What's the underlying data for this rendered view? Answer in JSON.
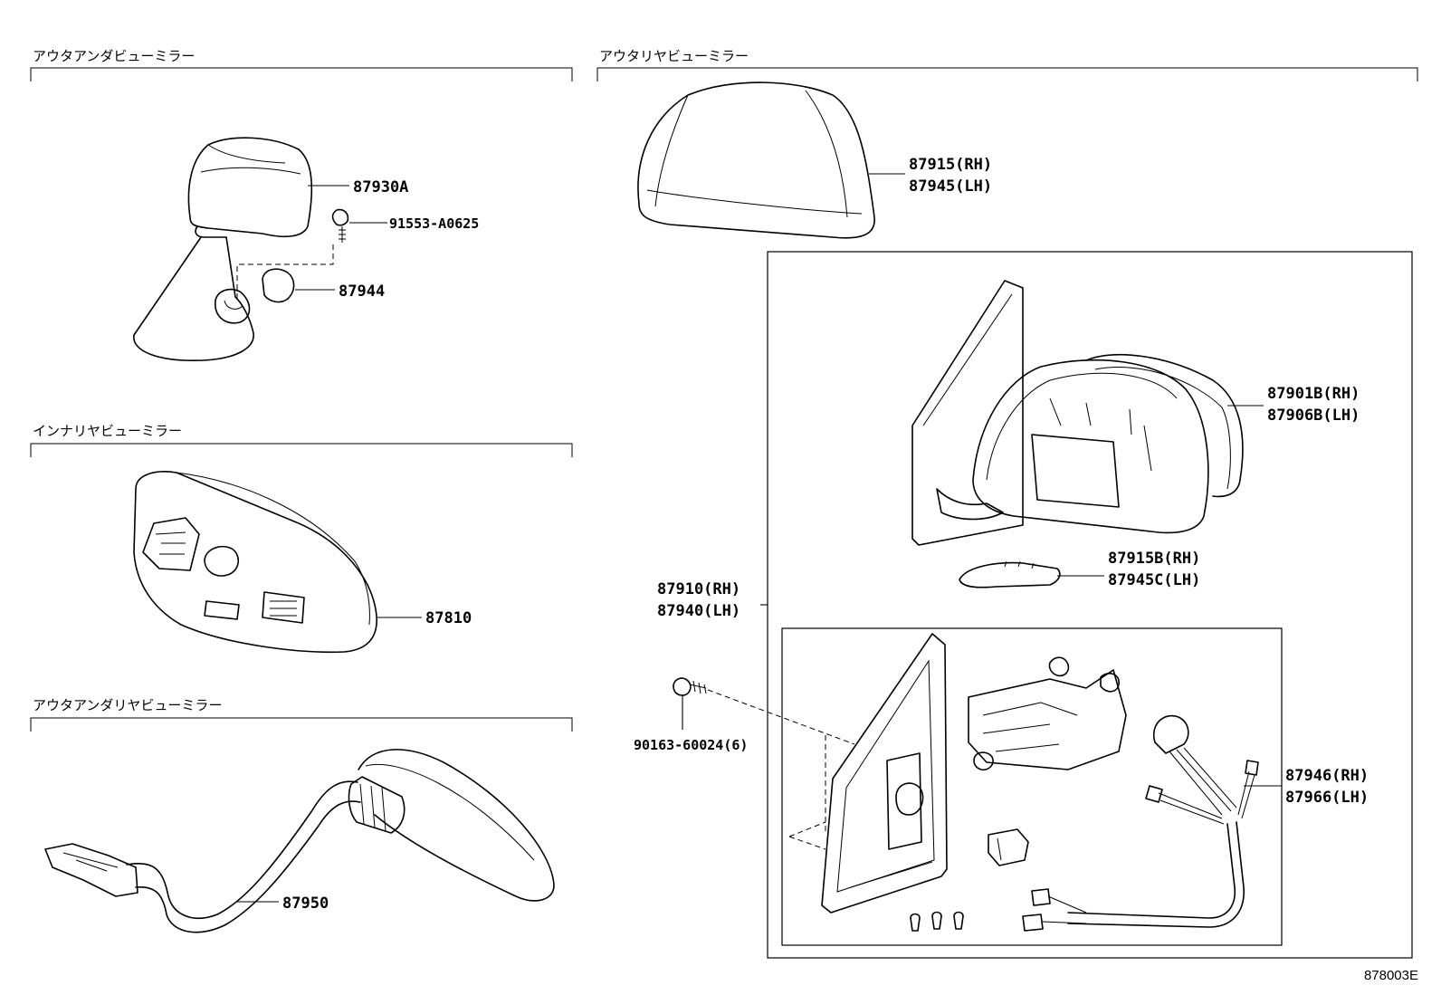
{
  "sections": {
    "outer_under_mirror": "アウタアンダビューミラー",
    "outer_rear_view_mirror": "アウタリヤビューミラー",
    "inner_rear_view_mirror": "インナリヤビューミラー",
    "outer_under_rear_view_mirror": "アウタアンダリヤビューミラー"
  },
  "parts": {
    "p87930A": "87930A",
    "p91553": "91553-A0625",
    "p87944": "87944",
    "p87810": "87810",
    "p87950": "87950",
    "p87915_rh": "87915(RH)",
    "p87945_lh": "87945(LH)",
    "p87901B_rh": "87901B(RH)",
    "p87906B_lh": "87906B(LH)",
    "p87915B_rh": "87915B(RH)",
    "p87945C_lh": "87945C(LH)",
    "p87910_rh": "87910(RH)",
    "p87940_lh": "87940(LH)",
    "p90163": "90163-60024(6)",
    "p87946_rh": "87946(RH)",
    "p87966_lh": "87966(LH)"
  },
  "illustration_ref": "878003E"
}
